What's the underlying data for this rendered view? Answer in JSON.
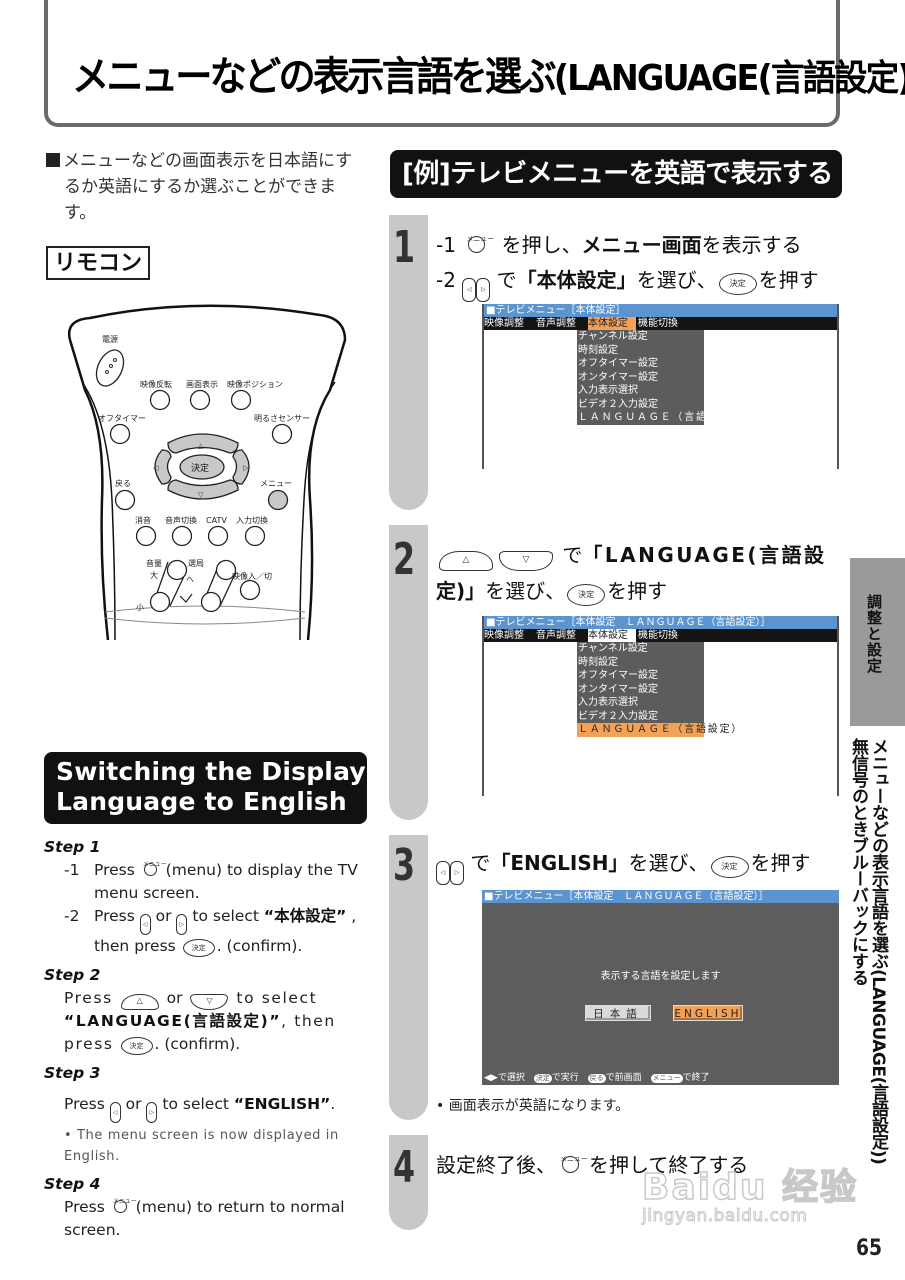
{
  "title": {
    "main": "メニューなどの表示言語を選ぶ",
    "suffix": "(LANGUAGE(言語設定))"
  },
  "intro": {
    "line1": "メニューなどの画面表示を日本語にす",
    "line2": "るか英語にするか選ぶことができま",
    "line3": "す。"
  },
  "remocon_label": "リモコン",
  "remote": {
    "labels": {
      "power": "電源",
      "flip": "映像反転",
      "display": "画面表示",
      "position": "映像ポジション",
      "off_timer": "オフタイマー",
      "brightness_sensor": "明るさセンサー",
      "enter": "決定",
      "back": "戻る",
      "menu": "メニュー",
      "mute": "消音",
      "audio": "音声切換",
      "catv": "CATV",
      "input": "入力切換",
      "volume": "音量",
      "vol_up": "大",
      "vol_down": "小",
      "channel": "選局",
      "picture_onoff": "映像入／切"
    },
    "colors": {
      "highlight": "#c8c8c8",
      "outline": "#222222"
    }
  },
  "english_section": {
    "heading_line1": "Switching the Display",
    "heading_line2": "Language to English",
    "steps": [
      {
        "heading": "Step 1",
        "sub1_num": "-1",
        "sub1_a": "Press",
        "sub1_ruby": "メニュー",
        "sub1_b": "(menu) to display the TV menu screen.",
        "sub2_num": "-2",
        "sub2_a": "Press",
        "sub2_or": "or",
        "sub2_b": "to select",
        "sub2_target": "“本体設定”",
        "sub2_c": ", then press",
        "sub2_d": ". (confirm)."
      },
      {
        "heading": "Step 2",
        "a": "Press",
        "or": "or",
        "b": "to select",
        "target": "“LANGUAGE(言語設定)”",
        "c": ", then press",
        "d": ". (confirm)."
      },
      {
        "heading": "Step 3",
        "a": "Press",
        "or": "or",
        "b": "to select",
        "target": "“ENGLISH”",
        "c": ".",
        "note": "• The menu screen is now displayed in English."
      },
      {
        "heading": "Step 4",
        "a": "Press",
        "ruby": "メニュー",
        "b": "(menu) to return to normal screen."
      }
    ]
  },
  "example": {
    "heading": "[例]テレビメニューを英語で表示する",
    "steps": [
      {
        "number": "1",
        "line1_prefix": "-1",
        "line1_ruby": "メニュー",
        "line1_a": "を押し、",
        "line1_bold": "メニュー画面",
        "line1_b": "を表示する",
        "line2_prefix": "-2",
        "line2_a": "で",
        "line2_bold": "「本体設定」",
        "line2_b": "を選び、",
        "line2_c": "を押す"
      },
      {
        "number": "2",
        "line1_a": "で",
        "line1_bold": "「LANGUAGE(言語設",
        "line2_bold": "定)」",
        "line2_a": "を選び、",
        "line2_b": "を押す"
      },
      {
        "number": "3",
        "line1_a": "で",
        "line1_bold": "「ENGLISH」",
        "line1_b": "を選び、",
        "line1_c": "を押す",
        "note": "• 画面表示が英語になります。"
      },
      {
        "number": "4",
        "line1_a": "設定終了後、",
        "line1_ruby": "メニュー",
        "line1_b": "を押して終了する"
      }
    ],
    "buttons": {
      "enter": "決定",
      "left": "◁",
      "right": "▷",
      "up": "△",
      "down": "▽"
    }
  },
  "tv_screens": {
    "screen1": {
      "header": "■テレビメニュー［本体設定］",
      "menubar": [
        "映像調整",
        "音声調整",
        "本体設定",
        "機能切換"
      ],
      "selected_tab": "本体設定",
      "dropdown": [
        "チャンネル設定",
        "時刻設定",
        "オフタイマー設定",
        "オンタイマー設定",
        "入力表示選択",
        "ビデオ２入力設定",
        "ＬＡＮＧＵＡＧＥ（言語設定）"
      ]
    },
    "screen2": {
      "header": "■テレビメニュー［本体設定　ＬＡＮＧＵＡＧＥ（言語設定）］",
      "menubar": [
        "映像調整",
        "音声調整",
        "本体設定",
        "機能切換"
      ],
      "selected_tab": "本体設定",
      "dropdown": [
        "チャンネル設定",
        "時刻設定",
        "オフタイマー設定",
        "オンタイマー設定",
        "入力表示選択",
        "ビデオ２入力設定",
        "ＬＡＮＧＵＡＧＥ（言語設定）"
      ],
      "highlighted_item": "ＬＡＮＧＵＡＧＥ（言語設定）"
    },
    "screen3": {
      "header": "■テレビメニュー［本体設定　ＬＡＮＧＵＡＧＥ（言語設定）］",
      "prompt": "表示する言語を設定します",
      "option_japanese": "日本語",
      "option_english": "ENGLISH",
      "selected_option": "ENGLISH",
      "footer": {
        "arrows": "◀▶で選択",
        "enter_pill": "決定",
        "enter_text": "で実行",
        "back_pill": "戻る",
        "back_text": "で前画面",
        "menu_pill": "メニュー",
        "menu_text": "で終了"
      }
    },
    "colors": {
      "header_blue": "#5b94cf",
      "menubar_black": "#141414",
      "dropdown_gray": "#5c5c5c",
      "highlight_orange": "#f3a157",
      "screen_gray": "#5d5d5d"
    }
  },
  "side_tab": {
    "label": "調整と設定",
    "vertical_1": "メニューなどの表示言語を選ぶ(LANGUAGE(言語設定))",
    "vertical_2": "無信号のときブルーバックにする"
  },
  "page_number": "65",
  "watermark": {
    "line1": "Baidu 经验",
    "line2": "jingyan.baidu.com"
  }
}
